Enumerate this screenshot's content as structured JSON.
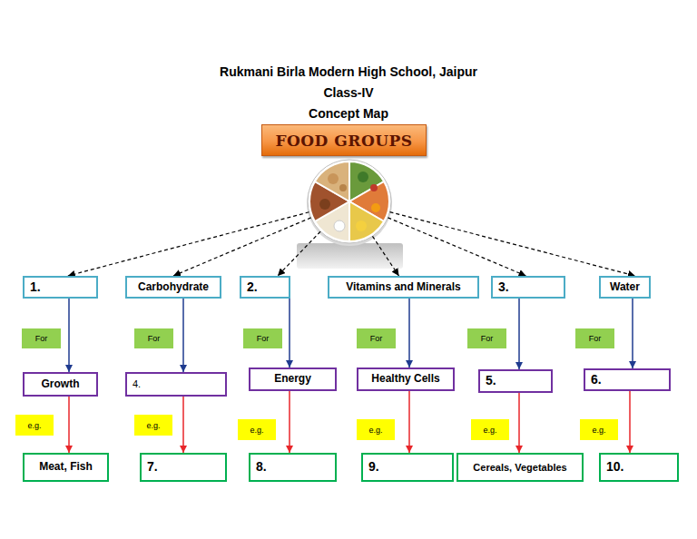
{
  "diagram": {
    "title": "Rukmani Birla Modern High School, Jaipur",
    "nodes": [
      {
        "text": [
          "FOOD GROUPS"
        ]
      },
      {
        "text": [
          "1."
        ]
      },
      {
        "text": [
          "Carbohydrate"
        ]
      },
      {
        "text": [
          "2."
        ]
      },
      {
        "text": [
          "Vitamins and Minerals"
        ]
      },
      {
        "text": [
          "3."
        ]
      },
      {
        "text": [
          "Water"
        ]
      },
      {
        "text": [
          "Growth"
        ]
      },
      {
        "text": [
          "4."
        ]
      },
      {
        "text": [
          "Energy"
        ]
      },
      {
        "text": [
          "Healthy Cells"
        ]
      },
      {
        "text": [
          "5."
        ]
      },
      {
        "text": [
          "6."
        ]
      },
      {
        "text": [
          "Meat, Fish"
        ]
      },
      {
        "text": [
          "7."
        ]
      },
      {
        "text": [
          "8."
        ]
      },
      {
        "text": [
          "9."
        ]
      },
      {
        "text": [
          "Cereals, Vegetables"
        ]
      },
      {
        "text": [
          "10."
        ]
      }
    ],
    "edges": [
      {
        "from": 0,
        "to": 1,
        "arrow": "to"
      },
      {
        "from": 0,
        "to": 2,
        "arrow": "to"
      },
      {
        "from": 0,
        "to": 3,
        "arrow": "to"
      },
      {
        "from": 0,
        "to": 4,
        "arrow": "to"
      },
      {
        "from": 0,
        "to": 5,
        "arrow": "to"
      },
      {
        "from": 0,
        "to": 6,
        "arrow": "to"
      },
      {
        "from": 1,
        "to": 7,
        "label": "For",
        "arrow": "to"
      },
      {
        "from": 2,
        "to": 8,
        "label": "For",
        "arrow": "to"
      },
      {
        "from": 3,
        "to": 9,
        "label": "For",
        "arrow": "to"
      },
      {
        "from": 4,
        "to": 10,
        "label": "For",
        "arrow": "to"
      },
      {
        "from": 5,
        "to": 11,
        "label": "For",
        "arrow": "to"
      },
      {
        "from": 6,
        "to": 12,
        "label": "For",
        "arrow": "to"
      },
      {
        "from": 7,
        "to": 13,
        "label": "e.g.",
        "arrow": "to"
      },
      {
        "from": 8,
        "to": 14,
        "label": "e.g.",
        "arrow": "to"
      },
      {
        "from": 9,
        "to": 15,
        "label": "e.g.",
        "arrow": "to"
      },
      {
        "from": 10,
        "to": 16,
        "label": "e.g.",
        "arrow": "to"
      },
      {
        "from": 11,
        "to": 17,
        "label": "e.g.",
        "arrow": "to"
      },
      {
        "from": 12,
        "to": 18,
        "label": "e.g.",
        "arrow": "to"
      }
    ],
    "labels": [
      "Class-IV",
      "Concept Map"
    ]
  }
}
